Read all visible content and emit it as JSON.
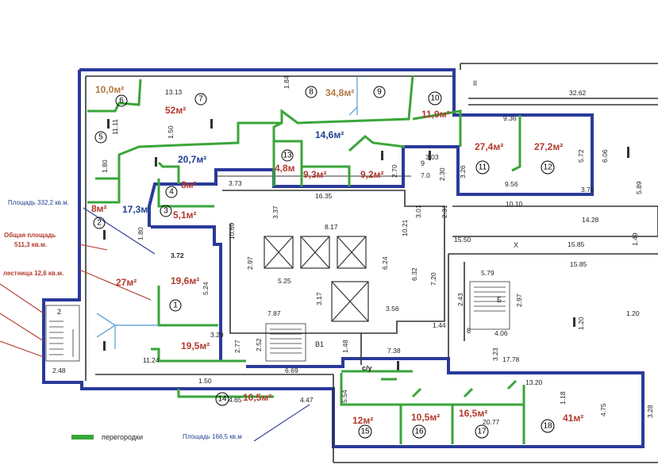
{
  "legend": {
    "label": "перегородки",
    "color": "#3aa53a"
  },
  "colors": {
    "outer_wall": "#2a3a9a",
    "partition": "#3aa53a",
    "wall": "#333333",
    "area_red": "#b23a2e",
    "area_blue": "#1f3f8f"
  },
  "notes": {
    "area_332": "Площадь 332,2 кв.м.",
    "total_area": "Общая площадь",
    "total_area_value": "511,3 кв.м.",
    "stairs": "лестница 12,6 кв.м.",
    "area_166": "Площадь 166,5 кв.м"
  },
  "rooms": {
    "r1": {
      "num": "1",
      "area": "19,6м²"
    },
    "r2": {
      "num": "2",
      "area": "8м²"
    },
    "r3": {
      "num": "3",
      "area": "5,1м²"
    },
    "r4": {
      "num": "4",
      "area": "8м²"
    },
    "r5": {
      "num": "5"
    },
    "r6": {
      "num": "6",
      "area": "10,0м²"
    },
    "r7": {
      "num": "7",
      "area": "52м²"
    },
    "r8": {
      "num": "8",
      "area": "34,8м²"
    },
    "r9": {
      "num": "9"
    },
    "r10": {
      "num": "10",
      "area": "11,9м²"
    },
    "r11": {
      "num": "11",
      "area": "27,4м²"
    },
    "r12": {
      "num": "12",
      "area": "27,2м²"
    },
    "r13": {
      "num": "13",
      "area": "4,8м"
    },
    "r14": {
      "num": "14",
      "area": "10,5м²"
    },
    "r15": {
      "num": "15",
      "area": "12м²"
    },
    "r16": {
      "num": "16",
      "area": "10,5м²"
    },
    "r17": {
      "num": "17",
      "area": "16,5м²"
    },
    "r18": {
      "num": "18",
      "area": "41м²"
    }
  },
  "areas": {
    "a_20_7": "20,7м²",
    "a_17_3": "17,3м²",
    "a_27": "27м²",
    "a_19_5": "19,5м²",
    "a_14_6": "14,6м²",
    "a_9_3": "9,3м²",
    "a_9_2": "9,2м²"
  },
  "labels": {
    "stair_left": "2",
    "stair_b1": "В1",
    "wc": "с/у",
    "stair_b": "Б",
    "stair_8": "8",
    "axis_x": "X",
    "room_9_small": "9",
    "tick_ii": "II"
  },
  "dims": {
    "d1": "13.13",
    "d2": "11.11",
    "d3": "1.50",
    "d4": "1.80",
    "d5": "1.84",
    "d6": "32.62",
    "d7": "9.36",
    "d8": "3.03",
    "d9": "3.26",
    "d10": "2.30",
    "d11": "2.70",
    "d12": "7.0",
    "d13": "5.72",
    "d14": "9.56",
    "d15": "6.06",
    "d16": "3.70",
    "d17": "5.89",
    "d18": "3.73",
    "d19": "16.35",
    "d20": "3.37",
    "d21": "3.01",
    "d22": "2.31",
    "d23": "10.10",
    "d24": "14.28",
    "d25": "10.69",
    "d26": "8.17",
    "d27": "10.21",
    "d28": "15.50",
    "d29": "15.85",
    "d30": "1.49",
    "d31": "15.85",
    "d32": "1.80",
    "d33": "3.72",
    "d34": "2.97",
    "d35": "6.24",
    "d36": "6.32",
    "d37": "5.25",
    "d38": "5.79",
    "d39": "7.20",
    "d40": "5.24",
    "d41": "2.43",
    "d42": "2.97",
    "d43": "3.17",
    "d44": "3.56",
    "d45": "7.87",
    "d46": "1.44",
    "d47": "4.06",
    "d48": "1.20",
    "d49": "1.20",
    "d50": "3.29",
    "d51": "2.77",
    "d52": "2.52",
    "d53": "1.48",
    "d54": "7.38",
    "d55": "3.23",
    "d56": "17.78",
    "d57": "2.48",
    "d58": "11.24",
    "d59": "6.69",
    "d60": "1.50",
    "d61": "13.20",
    "d62": "4.65",
    "d63": "4.47",
    "d64": "5.54",
    "d65": "1.18",
    "d66": "20.77",
    "d67": "4.75",
    "d68": "3.28"
  }
}
